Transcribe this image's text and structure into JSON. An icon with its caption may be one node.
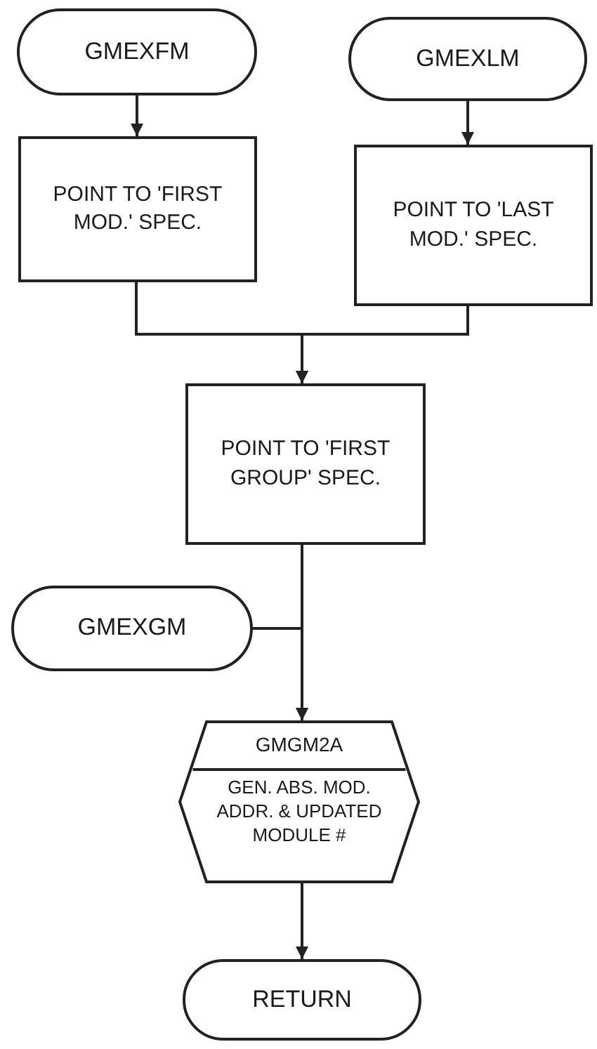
{
  "diagram": {
    "nodes": [
      {
        "text": [
          "GMEXFM"
        ]
      },
      {
        "text": [
          "GMEXLM"
        ]
      },
      {
        "text": [
          "POINT TO 'FIRST MOD.' SPEC."
        ]
      },
      {
        "text": [
          "POINT TO 'LAST MOD.' SPEC."
        ]
      },
      {
        "text": [
          "POINT TO 'FIRST GROUP' SPEC."
        ]
      },
      {
        "text": [
          "GMEXGM"
        ]
      },
      {
        "text": [
          "GMGM2A",
          "GEN. ABS. MOD. ADDR. & UPDATED MODULE #"
        ]
      },
      {
        "text": [
          "RETURN"
        ]
      }
    ],
    "edges": [
      {
        "from": 0,
        "to": 2,
        "arrow": "to"
      },
      {
        "from": 1,
        "to": 3,
        "arrow": "to"
      },
      {
        "from": 2,
        "to": 4,
        "arrow": "to"
      },
      {
        "from": 3,
        "to": 4,
        "arrow": "to"
      },
      {
        "from": 4,
        "to": 6,
        "arrow": "to"
      },
      {
        "from": 5,
        "to": 6,
        "arrow": "to"
      },
      {
        "from": 6,
        "to": 7,
        "arrow": "to"
      }
    ]
  }
}
